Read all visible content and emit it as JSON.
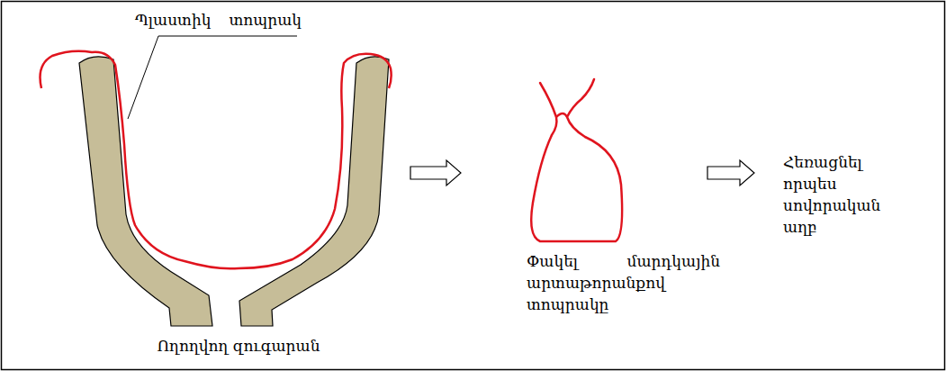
{
  "diagram": {
    "labels": [
      "Պլաստիկ տոպրակ",
      "Ողողվող զուգարան",
      "Փակել մարդկային արտաթորանքով տոպրակը",
      "Հեռացնել որպես սովորական աղբ"
    ]
  }
}
